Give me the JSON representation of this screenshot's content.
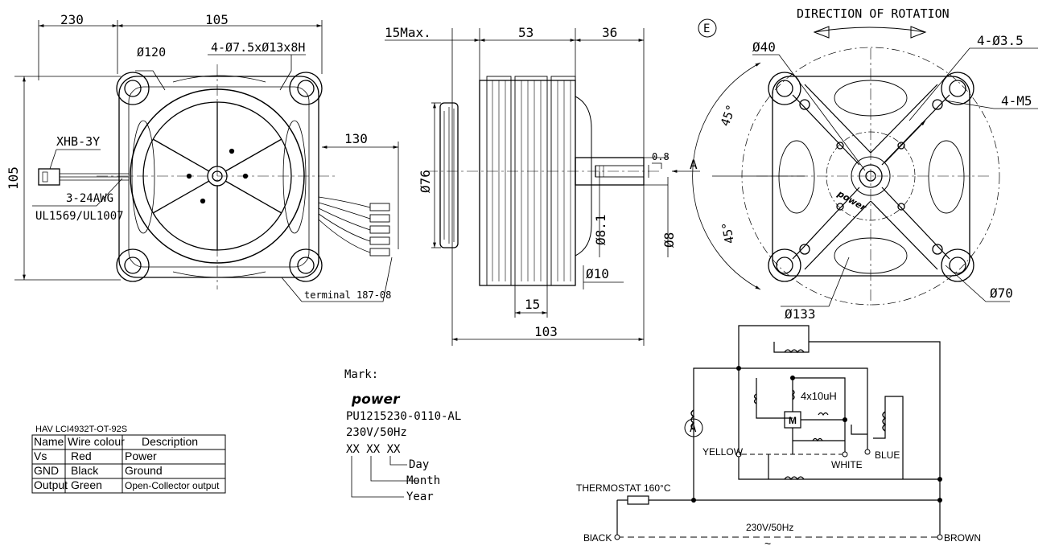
{
  "front_view": {
    "dim_width_left": "230",
    "dim_width_main": "105",
    "dim_height": "105",
    "dim_diameter": "Ø120",
    "dim_holes": "4-Ø7.5xØ13x8H",
    "dim_lead": "130",
    "connector": "XHB-3Y",
    "wire_gauge": "3-24AWG",
    "wire_spec": "UL1569/UL1007",
    "terminal": "terminal 187-08"
  },
  "side_view": {
    "dim_max": "15Max.",
    "dim_53": "53",
    "dim_36": "36",
    "dim_76": "Ø76",
    "dim_08": "0.8",
    "dim_a": "A",
    "dim_81": "Ø8.1",
    "dim_8": "Ø8",
    "dim_10": "Ø10",
    "dim_15": "15",
    "dim_103": "103"
  },
  "rear_view": {
    "circle_label": "E",
    "rotation_label": "DIRECTION OF ROTATION",
    "dim_40": "Ø40",
    "dim_35": "4-Ø3.5",
    "dim_m5": "4-M5",
    "angle_top": "45°",
    "angle_bottom": "45°",
    "dim_133": "Ø133",
    "dim_70": "Ø70",
    "brand": "power"
  },
  "mark": {
    "title": "Mark:",
    "brand": "power",
    "model": "PU1215230-0110-AL",
    "voltage": "230V/50Hz",
    "code": "XX XX XX",
    "day": "Day",
    "month": "Month",
    "year": "Year"
  },
  "wire_table": {
    "caption": "HAV LCI4932T-OT-92S",
    "headers": [
      "Name",
      "Wire colour",
      "Description"
    ],
    "rows": [
      [
        "Vs",
        "Red",
        "Power"
      ],
      [
        "GND",
        "Black",
        "Ground"
      ],
      [
        "Output",
        "Green",
        "Open-Collector output"
      ]
    ]
  },
  "circuit": {
    "circle_label": "A",
    "inductor": "4x10uH",
    "motor": "M",
    "yellow": "YELLOW",
    "white": "WHITE",
    "blue": "BLUE",
    "thermostat": "THERMOSTAT 160°C",
    "black": "BlACK",
    "brown": "BROWN",
    "supply": "230V/50Hz",
    "ac": "~"
  }
}
